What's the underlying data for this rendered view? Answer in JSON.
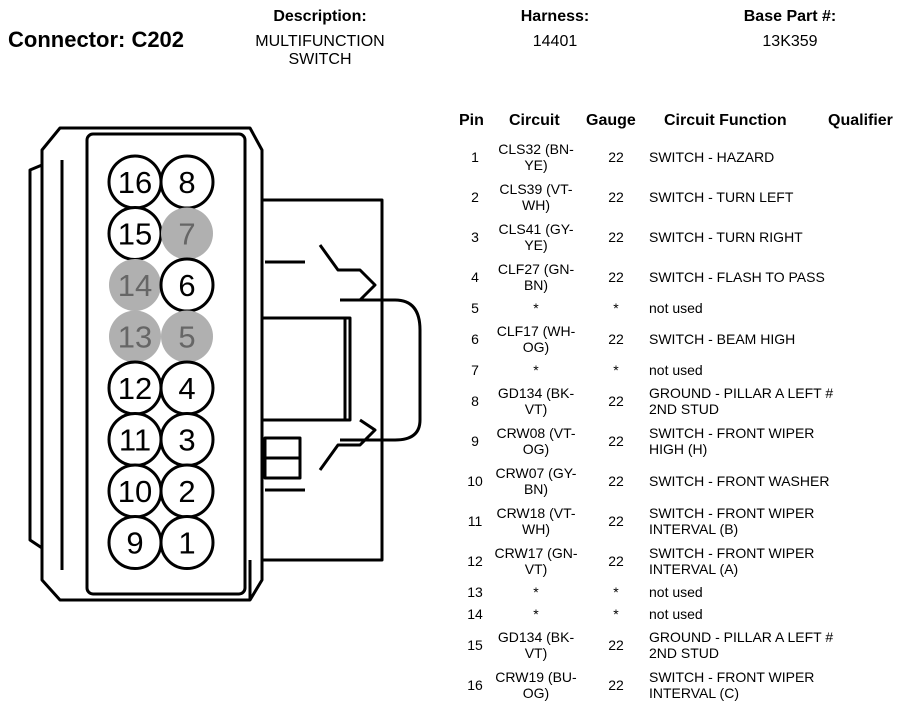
{
  "header": {
    "connector_title": "Connector: C202",
    "description_label": "Description:",
    "description_value": "MULTIFUNCTION SWITCH",
    "harness_label": "Harness:",
    "harness_value": "14401",
    "base_part_label": "Base Part #:",
    "base_part_value": "13K359"
  },
  "colors": {
    "used_pin_fill": "#ffffff",
    "unused_pin_fill": "#b0b0b0",
    "unused_pin_text": "#666666",
    "line": "#000000"
  },
  "connector_pins": [
    {
      "pin": "16",
      "used": true
    },
    {
      "pin": "8",
      "used": true
    },
    {
      "pin": "15",
      "used": true
    },
    {
      "pin": "7",
      "used": false
    },
    {
      "pin": "14",
      "used": false
    },
    {
      "pin": "6",
      "used": true
    },
    {
      "pin": "13",
      "used": false
    },
    {
      "pin": "5",
      "used": false
    },
    {
      "pin": "12",
      "used": true
    },
    {
      "pin": "4",
      "used": true
    },
    {
      "pin": "11",
      "used": true
    },
    {
      "pin": "3",
      "used": true
    },
    {
      "pin": "10",
      "used": true
    },
    {
      "pin": "2",
      "used": true
    },
    {
      "pin": "9",
      "used": true
    },
    {
      "pin": "1",
      "used": true
    }
  ],
  "table": {
    "headers": {
      "pin": "Pin",
      "circuit": "Circuit",
      "gauge": "Gauge",
      "function": "Circuit Function",
      "qualifier": "Qualifier"
    },
    "rows": [
      {
        "pin": "1",
        "circuit": "CLS32 (BN-YE)",
        "gauge": "22",
        "function": "SWITCH - HAZARD"
      },
      {
        "pin": "2",
        "circuit": "CLS39 (VT-WH)",
        "gauge": "22",
        "function": "SWITCH - TURN LEFT"
      },
      {
        "pin": "3",
        "circuit": "CLS41 (GY-YE)",
        "gauge": "22",
        "function": "SWITCH - TURN RIGHT"
      },
      {
        "pin": "4",
        "circuit": "CLF27 (GN-BN)",
        "gauge": "22",
        "function": "SWITCH - FLASH TO PASS"
      },
      {
        "pin": "5",
        "circuit": "*",
        "gauge": "*",
        "function": "not used"
      },
      {
        "pin": "6",
        "circuit": "CLF17 (WH-OG)",
        "gauge": "22",
        "function": "SWITCH - BEAM HIGH"
      },
      {
        "pin": "7",
        "circuit": "*",
        "gauge": "*",
        "function": "not used"
      },
      {
        "pin": "8",
        "circuit": "GD134 (BK-VT)",
        "gauge": "22",
        "function": "GROUND - PILLAR A LEFT # 2ND STUD"
      },
      {
        "pin": "9",
        "circuit": "CRW08 (VT-OG)",
        "gauge": "22",
        "function": "SWITCH - FRONT WIPER HIGH (H)"
      },
      {
        "pin": "10",
        "circuit": "CRW07 (GY-BN)",
        "gauge": "22",
        "function": "SWITCH - FRONT WASHER"
      },
      {
        "pin": "11",
        "circuit": "CRW18 (VT-WH)",
        "gauge": "22",
        "function": "SWITCH - FRONT WIPER INTERVAL (B)"
      },
      {
        "pin": "12",
        "circuit": "CRW17 (GN-VT)",
        "gauge": "22",
        "function": "SWITCH - FRONT WIPER INTERVAL (A)"
      },
      {
        "pin": "13",
        "circuit": "*",
        "gauge": "*",
        "function": "not used"
      },
      {
        "pin": "14",
        "circuit": "*",
        "gauge": "*",
        "function": "not used"
      },
      {
        "pin": "15",
        "circuit": "GD134 (BK-VT)",
        "gauge": "22",
        "function": "GROUND - PILLAR A LEFT # 2ND STUD"
      },
      {
        "pin": "16",
        "circuit": "CRW19 (BU-OG)",
        "gauge": "22",
        "function": "SWITCH - FRONT WIPER INTERVAL (C)"
      }
    ]
  }
}
